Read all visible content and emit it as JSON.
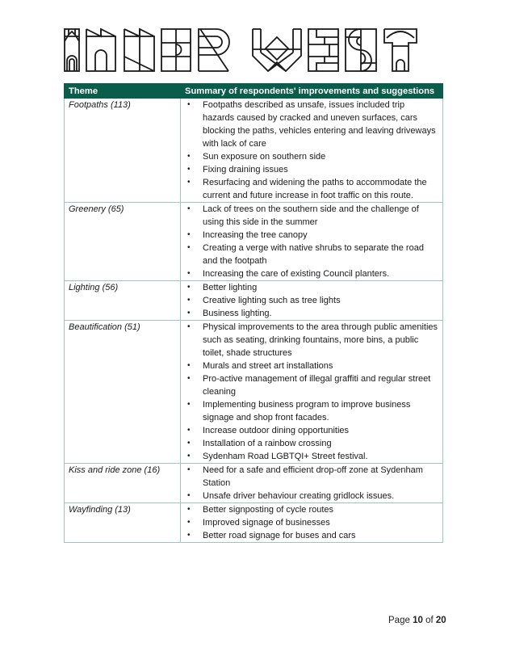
{
  "header": {
    "logo_text": "INNER WEST"
  },
  "table": {
    "columns": [
      "Theme",
      "Summary of respondents' improvements and suggestions"
    ],
    "rows": [
      {
        "theme": "Footpaths (113)",
        "items": [
          "Footpaths described as unsafe, issues included trip hazards caused by cracked and uneven surfaces, cars blocking the paths, vehicles entering and leaving driveways with lack of care",
          "Sun exposure on southern side",
          "Fixing draining issues",
          "Resurfacing and widening the paths to accommodate the current and future increase in foot traffic on this route."
        ]
      },
      {
        "theme": "Greenery (65)",
        "items": [
          "Lack of trees on the southern side and the challenge of using this side in the summer",
          "Increasing the tree canopy",
          "Creating a verge with native shrubs to separate the road and the footpath",
          "Increasing the care of existing Council planters."
        ]
      },
      {
        "theme": "Lighting (56)",
        "items": [
          "Better lighting",
          "Creative lighting such as tree lights",
          "Business lighting."
        ]
      },
      {
        "theme": "Beautification (51)",
        "items": [
          "Physical improvements to the area through public amenities such as seating, drinking fountains, more bins, a public toilet, shade structures",
          "Murals and street art installations",
          "Pro-active management of illegal graffiti and regular street cleaning",
          "Implementing business program to improve business signage and shop front facades.",
          "Increase outdoor dining opportunities",
          "Installation of a rainbow crossing",
          "Sydenham Road LGBTQI+ Street festival."
        ]
      },
      {
        "theme": "Kiss and ride zone (16)",
        "items": [
          "Need for a safe and efficient drop-off zone at Sydenham Station",
          "Unsafe driver behaviour creating gridlock issues."
        ]
      },
      {
        "theme": "Wayfinding (13)",
        "items": [
          "Better signposting of cycle routes",
          "Improved signage of businesses",
          "Better road signage for buses and cars"
        ]
      }
    ]
  },
  "footer": {
    "page_prefix": "Page",
    "page_current": "10",
    "page_of": "of",
    "page_total": "20"
  },
  "colors": {
    "header_bg": "#0b5d4b",
    "border": "#9cc7bd"
  }
}
